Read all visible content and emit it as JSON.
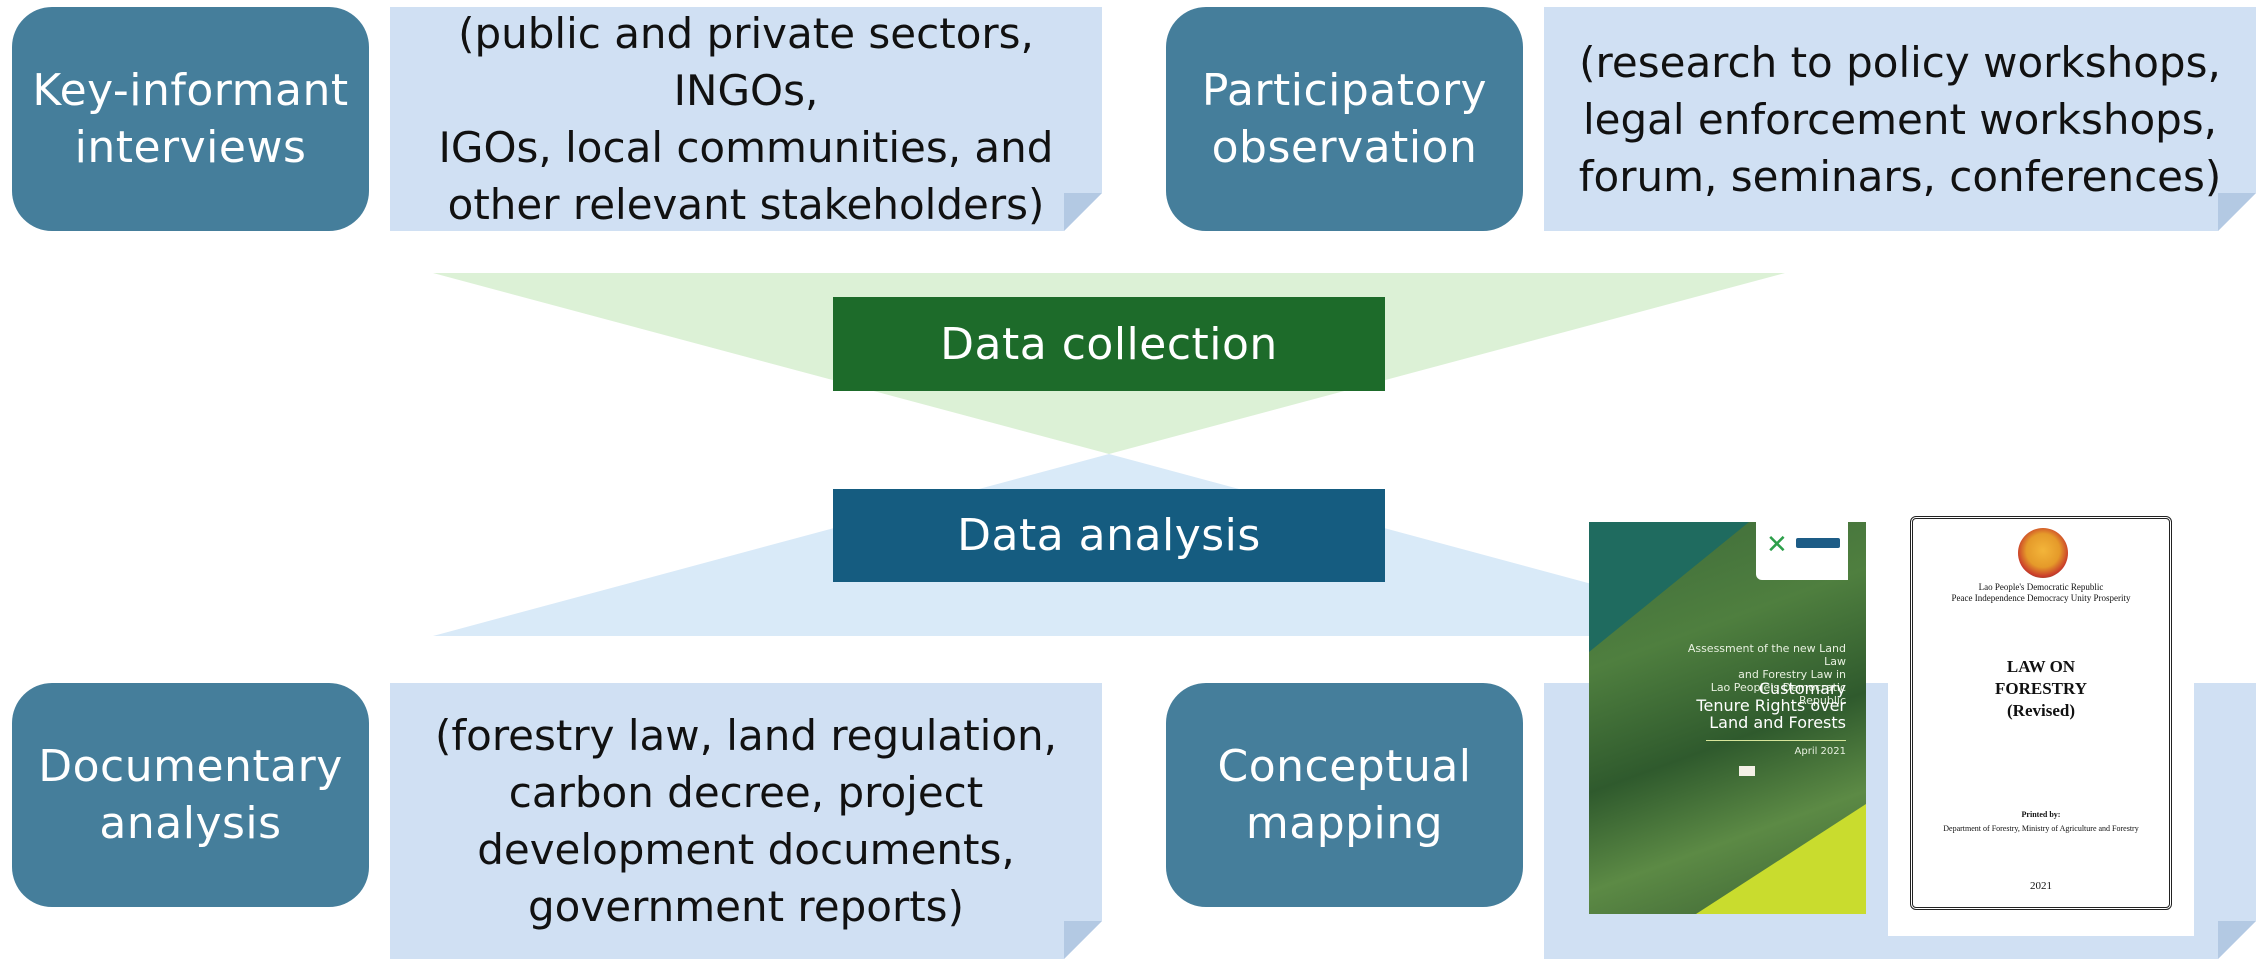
{
  "colors": {
    "method_box": "#457e9b",
    "note_box": "#d0e0f3",
    "collection_band": "#dcf1d6",
    "collection_box": "#1d6b2a",
    "analysis_band": "#d9eaf8",
    "analysis_box": "#155c80"
  },
  "methods": {
    "key_informant": {
      "label": "Key-informant\ninterviews",
      "note": "(public and private sectors, INGOs,\nIGOs, local communities, and\nother relevant stakeholders)"
    },
    "participatory": {
      "label": "Participatory\nobservation",
      "note": "(research to policy workshops,\nlegal enforcement workshops,\nforum, seminars, conferences)"
    },
    "documentary": {
      "label": "Documentary\nanalysis",
      "note": "(forestry law, land regulation,\ncarbon decree, project\ndevelopment documents,\ngovernment reports)"
    },
    "conceptual": {
      "label": "Conceptual\nmapping"
    }
  },
  "stages": {
    "collection": "Data collection",
    "analysis": "Data analysis"
  },
  "report_cover": {
    "subtitle": "Assessment of the new Land Law\nand Forestry Law in\nLao People's Democratic Republic",
    "title": "Customary\nTenure Rights over\nLand and Forests",
    "year": "April 2021"
  },
  "law_cover": {
    "header": "Lao People's Democratic Republic\nPeace Independence Democracy Unity Prosperity",
    "title": "LAW ON\nFORESTRY\n(Revised)",
    "printed_by_label": "Printed by:",
    "printed_by": "Department of Forestry, Ministry of Agriculture and Forestry",
    "year": "2021"
  }
}
